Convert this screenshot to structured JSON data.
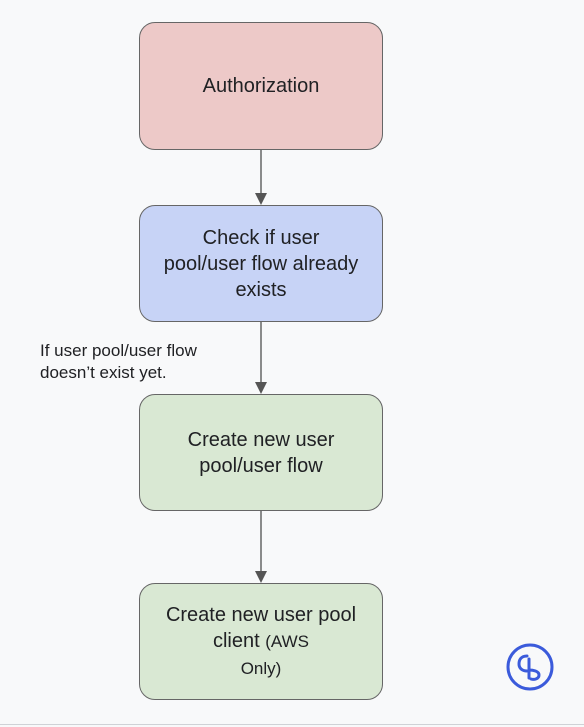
{
  "nodes": {
    "authorization": "Authorization",
    "check_exists": "Check if user pool/user flow already exists",
    "create_pool": "Create new user pool/user flow",
    "create_client_main": "Create new user pool client",
    "create_client_note_1": "(AWS",
    "create_client_note_2": "Only)"
  },
  "edges": {
    "check_to_create_label_line1": "If user pool/user flow",
    "check_to_create_label_line2": "doesn’t exist yet."
  },
  "colors": {
    "authorization_fill": "#edc9c8",
    "check_fill": "#c7d3f6",
    "create_fill": "#d9e8d3",
    "logo_accent": "#3b5bdb"
  },
  "icons": {
    "logo": "brand-logo-icon"
  }
}
